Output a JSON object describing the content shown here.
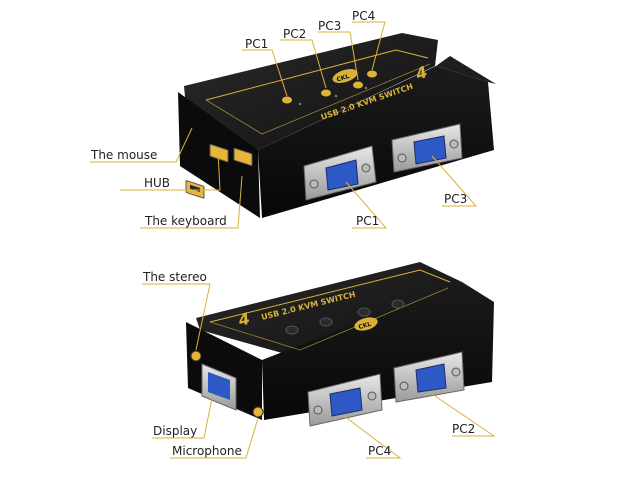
{
  "device": {
    "model_text": "USB 2.0 KVM SWITCH",
    "model_number": "4",
    "brand_badge": "CKL",
    "port_markings": [
      "PC1",
      "PC2",
      "PC3",
      "PC4"
    ],
    "colors": {
      "case": "#151515",
      "panel": "#0c0c0c",
      "accent": "#d9b13a",
      "vga_blue": "#2f58c7",
      "usb_yellow": "#e7b53a"
    }
  },
  "callouts": {
    "top": {
      "pc1_button": "PC1",
      "pc2_button": "PC2",
      "pc3_button": "PC3",
      "pc4_button": "PC4",
      "mouse_port": "The mouse",
      "hub_port": "HUB",
      "keyboard_port": "The keyboard",
      "pc1_vga": "PC1",
      "pc3_vga": "PC3"
    },
    "bottom": {
      "stereo_port": "The stereo",
      "display_port": "Display",
      "microphone_port": "Microphone",
      "pc4_vga": "PC4",
      "pc2_vga": "PC2"
    }
  }
}
